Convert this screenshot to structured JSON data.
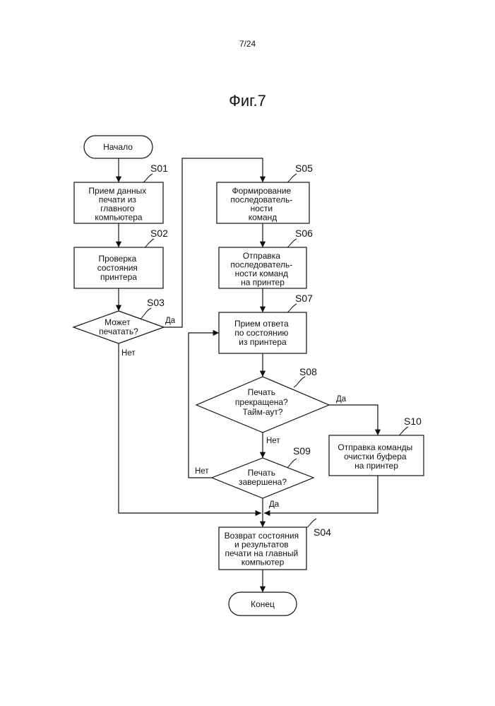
{
  "page": {
    "page_number": "7/24",
    "figure_title": "Фиг.7"
  },
  "nodes": {
    "start": {
      "text": [
        "Начало"
      ]
    },
    "s01": {
      "step": "S01",
      "text": [
        "Прием данных",
        "печати из",
        "главного",
        "компьютера"
      ]
    },
    "s02": {
      "step": "S02",
      "text": [
        "Проверка",
        "состояния",
        "принтера"
      ]
    },
    "s03": {
      "step": "S03",
      "text": [
        "Может",
        "печатать?"
      ]
    },
    "s05": {
      "step": "S05",
      "text": [
        "Формирование",
        "последователь-",
        "ности",
        "команд"
      ]
    },
    "s06": {
      "step": "S06",
      "text": [
        "Отправка",
        "последователь-",
        "ности команд",
        "на принтер"
      ]
    },
    "s07": {
      "step": "S07",
      "text": [
        "Прием ответа",
        "по состоянию",
        "из принтера"
      ]
    },
    "s08": {
      "step": "S08",
      "text": [
        "Печать",
        "прекращена?",
        "Тайм-аут?"
      ]
    },
    "s09": {
      "step": "S09",
      "text": [
        "Печать",
        "завершена?"
      ]
    },
    "s10": {
      "step": "S10",
      "text": [
        "Отправка команды",
        "очистки буфера",
        "на принтер"
      ]
    },
    "s04": {
      "step": "S04",
      "text": [
        "Возврат состояния",
        "и результатов",
        "печати на главный",
        "компьютер"
      ]
    },
    "end": {
      "text": [
        "Конец"
      ]
    }
  },
  "edge_labels": {
    "s03_yes": "Да",
    "s03_no": "Нет",
    "s08_yes": "Да",
    "s08_no": "Нет",
    "s09_no": "Нет",
    "s09_yes": "Да"
  }
}
